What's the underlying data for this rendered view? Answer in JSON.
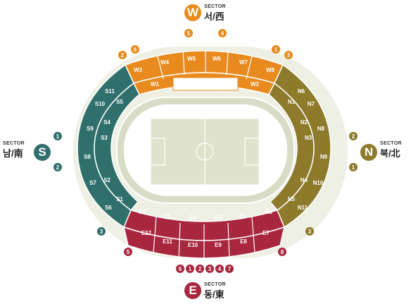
{
  "colors": {
    "west": "#e88a1d",
    "east": "#a8263e",
    "south": "#2f6f6c",
    "north": "#8d7a2b",
    "track": "#d8dcc6",
    "pitch": "#dfe3ce"
  },
  "sides": {
    "west": {
      "letter": "W",
      "sector": "SECTOR",
      "name": "서/西"
    },
    "east": {
      "letter": "E",
      "sector": "SECTOR",
      "name": "동/東"
    },
    "south": {
      "letter": "S",
      "sector": "SECTOR",
      "name": "남/南"
    },
    "north": {
      "letter": "N",
      "sector": "SECTOR",
      "name": "북/北"
    }
  },
  "sections": {
    "west_upper": [
      "W3",
      "W4",
      "W5",
      "W6",
      "W7",
      "W8"
    ],
    "west_lower": [
      "W1",
      "W2"
    ],
    "east_upper": [
      "E6",
      "E5",
      "E4",
      "E3",
      "E2",
      "E1"
    ],
    "east_lower": [
      "E12",
      "E11",
      "E10",
      "E9",
      "E8",
      "E7"
    ],
    "south_inner": [
      "S5",
      "S4",
      "S3",
      "S2",
      "S1"
    ],
    "south_outer": [
      "S11",
      "S10",
      "S9",
      "S8",
      "S7",
      "S6"
    ],
    "north_inner": [
      "N1",
      "N2",
      "N3",
      "N4",
      "N5"
    ],
    "north_outer": [
      "N6",
      "N7",
      "N8",
      "N9",
      "N10",
      "N11"
    ]
  },
  "gates": {
    "west_top": [
      "5",
      "4"
    ],
    "west_left": [
      "2",
      "6"
    ],
    "west_right": [
      "1",
      "3"
    ],
    "south": [
      "1",
      "2"
    ],
    "south_bottom": "3",
    "east_left": "5",
    "east_bottom": [
      "6",
      "1",
      "2",
      "3",
      "4",
      "7"
    ],
    "east_right": "8",
    "north": [
      "2",
      "1"
    ],
    "north_bottom": "3"
  }
}
